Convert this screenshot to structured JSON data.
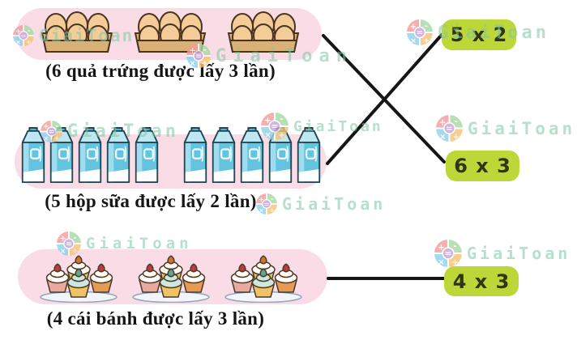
{
  "watermark": {
    "text": "GiaiToan"
  },
  "left_groups": [
    {
      "id": "eggs",
      "caption": "(6 quả trứng được lấy 3 lần)",
      "item": "egg-carton",
      "sets": 3,
      "items_per_set": 6
    },
    {
      "id": "milk",
      "caption": "(5 hộp sữa được lấy 2 lần)",
      "item": "milk-carton",
      "sets": 2,
      "items_per_set": 5
    },
    {
      "id": "cakes",
      "caption": "(4 cái bánh được lấy 3 lần)",
      "item": "cake-plate",
      "sets": 3,
      "items_per_set": 4
    }
  ],
  "right_answers": [
    {
      "label": "5 x 2"
    },
    {
      "label": "6 x 3"
    },
    {
      "label": "4 x 3"
    }
  ],
  "connections": [
    {
      "from": "eggs",
      "to": "6 x 3"
    },
    {
      "from": "milk",
      "to": "5 x 2"
    },
    {
      "from": "cakes",
      "to": "4 x 3"
    }
  ],
  "colors": {
    "panel_pink": "#fadce6",
    "answer_green": "#bcd737",
    "line_black": "#161616",
    "watermark_teal": "#7ec8a4"
  }
}
